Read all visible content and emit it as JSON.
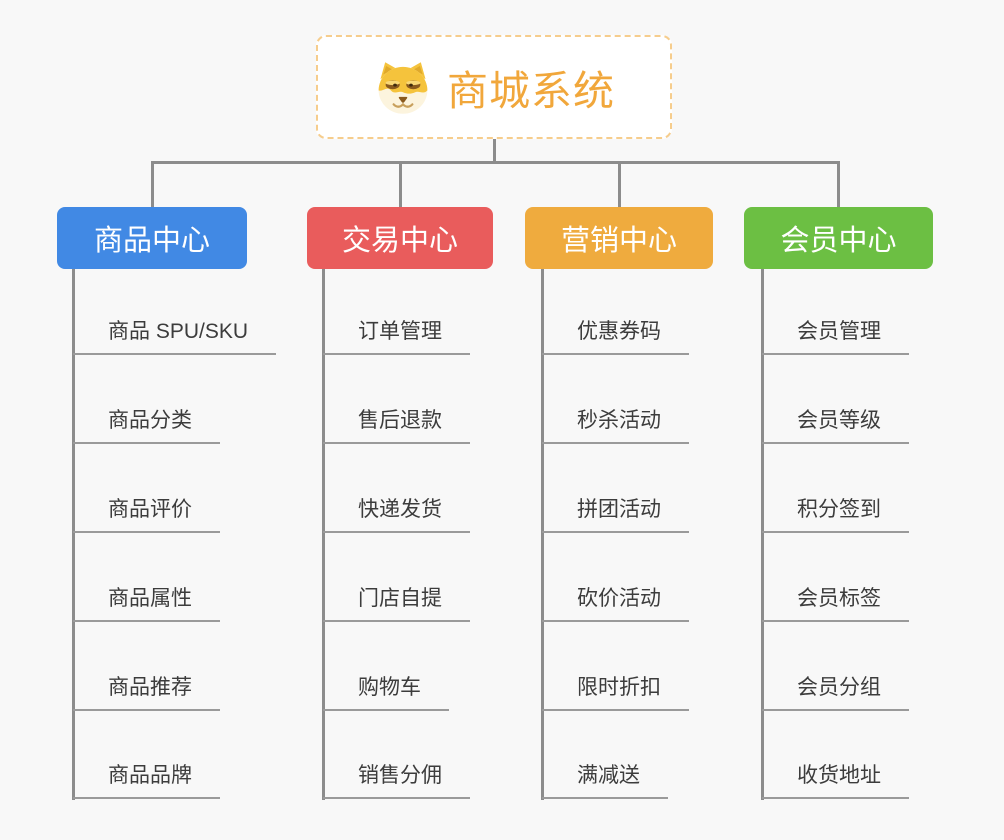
{
  "root": {
    "title": "商城系统",
    "icon": "dog-face-icon"
  },
  "colors": {
    "background": "#f8f8f8",
    "connector": "#8c8c8c",
    "root_border": "#f6cd8d",
    "root_text": "#f1a73b",
    "leaf_text": "#3c3c3c",
    "branch_product": "#4189e4",
    "branch_trade": "#e95c5c",
    "branch_marketing": "#efab3e",
    "branch_member": "#6cbf43"
  },
  "branches": [
    {
      "label": "商品中心",
      "color": "#4189e4",
      "items": [
        "商品 SPU/SKU",
        "商品分类",
        "商品评价",
        "商品属性",
        "商品推荐",
        "商品品牌"
      ]
    },
    {
      "label": "交易中心",
      "color": "#e95c5c",
      "items": [
        "订单管理",
        "售后退款",
        "快递发货",
        "门店自提",
        "购物车",
        "销售分佣"
      ]
    },
    {
      "label": "营销中心",
      "color": "#efab3e",
      "items": [
        "优惠券码",
        "秒杀活动",
        "拼团活动",
        "砍价活动",
        "限时折扣",
        "满减送"
      ]
    },
    {
      "label": "会员中心",
      "color": "#6cbf43",
      "items": [
        "会员管理",
        "会员等级",
        "积分签到",
        "会员标签",
        "会员分组",
        "收货地址"
      ]
    }
  ]
}
